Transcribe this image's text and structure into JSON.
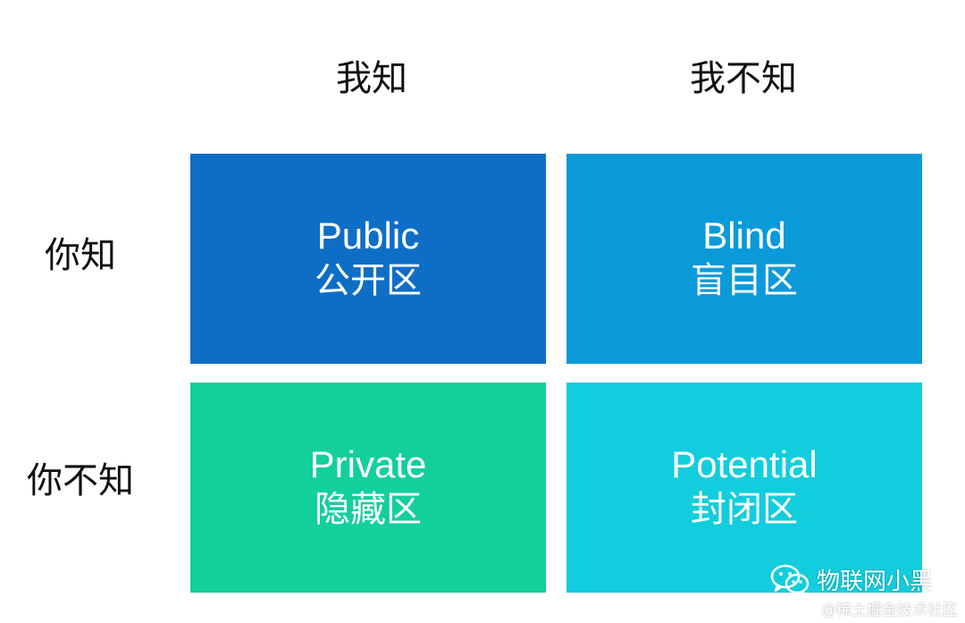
{
  "columns": {
    "known_to_self": "我知",
    "unknown_to_self": "我不知"
  },
  "rows": {
    "known_to_others": "你知",
    "unknown_to_others": "你不知"
  },
  "quadrants": {
    "public": {
      "en": "Public",
      "zh": "公开区",
      "color": "#0e6ec6"
    },
    "blind": {
      "en": "Blind",
      "zh": "盲目区",
      "color": "#0a9ad9"
    },
    "private": {
      "en": "Private",
      "zh": "隐藏区",
      "color": "#12cf9c"
    },
    "potential": {
      "en": "Potential",
      "zh": "封闭区",
      "color": "#12cddd"
    }
  },
  "watermark": {
    "brand": "物联网小黑",
    "credit": "@稀土掘金技术社区"
  }
}
